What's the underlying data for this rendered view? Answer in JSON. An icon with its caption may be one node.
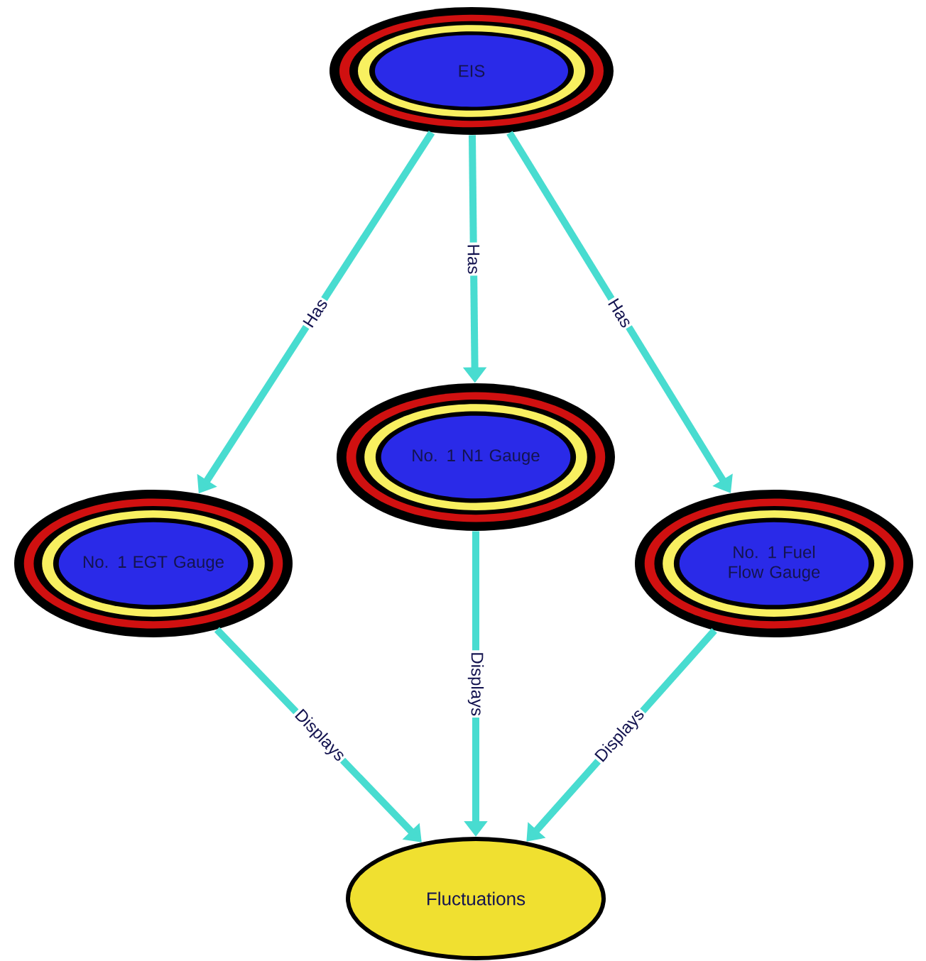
{
  "diagram": {
    "nodes": [
      {
        "text": [
          "EIS"
        ]
      },
      {
        "text": [
          "No. 1 N1 Gauge"
        ]
      },
      {
        "text": [
          "No. 1 EGT Gauge"
        ]
      },
      {
        "text": [
          "No. 1 Fuel Flow Gauge"
        ]
      },
      {
        "text": [
          "Fluctuations"
        ]
      }
    ],
    "edges": [
      {
        "from": 0,
        "to": 2,
        "arrow": "to",
        "label": "Has"
      },
      {
        "from": 0,
        "to": 1,
        "arrow": "to",
        "label": "Has"
      },
      {
        "from": 0,
        "to": 3,
        "arrow": "to",
        "label": "Has"
      },
      {
        "from": 2,
        "to": 4,
        "arrow": "to",
        "label": "Displays"
      },
      {
        "from": 1,
        "to": 4,
        "arrow": "to",
        "label": "Displays"
      },
      {
        "from": 3,
        "to": 4,
        "arrow": "to",
        "label": "Displays"
      }
    ]
  }
}
